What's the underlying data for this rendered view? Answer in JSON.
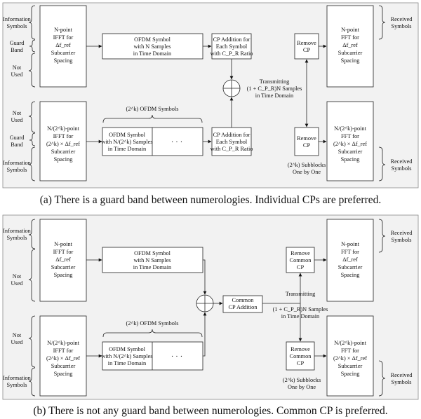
{
  "panels": [
    {
      "caption": "(a)  There is a guard band between numerologies. Individual CPs are preferred.",
      "left_top": {
        "info": [
          "Information",
          "Symbols"
        ],
        "guard": [
          "Guard",
          "Band"
        ],
        "notused": [
          "Not",
          "Used"
        ]
      },
      "left_bot": {
        "notused": [
          "Not",
          "Used"
        ],
        "guard": [
          "Guard",
          "Band"
        ],
        "info": [
          "Information",
          "Symbols"
        ]
      },
      "ifft_top": [
        "N-point",
        "IFFT for",
        "Δf_ref",
        "Subcarrier",
        "Spacing"
      ],
      "ifft_bot": [
        "N/(2^k)-point",
        "IFFT for",
        "(2^k) × Δf_ref",
        "Subcarrier",
        "Spacing"
      ],
      "ofdm_top": [
        "OFDM Symbol",
        "with N Samples",
        "in Time Domain"
      ],
      "ofdm_bot": [
        "OFDM Symbol",
        "with N/(2^k) Samples",
        "in Time Domain"
      ],
      "dots": "· · ·",
      "bracket_label": "(2^k) OFDM Symbols",
      "cp_top": [
        "CP Addition for",
        "Each Symbol",
        "with C_P_R Ratio"
      ],
      "cp_bot": [
        "CP Addition for",
        "Each Symbol",
        "with C_P_R Ratio"
      ],
      "transmit": [
        "Transmitting",
        "(1 + C_P_R)N Samples",
        "in Time Domain"
      ],
      "remove_top": [
        "Remove",
        "CP"
      ],
      "remove_bot": [
        "Remove",
        "CP"
      ],
      "subblocks": [
        "(2^k) Subblocks",
        "One by One"
      ],
      "fft_top": [
        "N-point",
        "FFT for",
        "Δf_ref",
        "Subcarrier",
        "Spacing"
      ],
      "fft_bot": [
        "N/(2^k)-point",
        "FFT for",
        "(2^k) × Δf_ref",
        "Subcarrier",
        "Spacing"
      ],
      "received_top": [
        "Received",
        "Symbols"
      ],
      "received_bot": [
        "Received",
        "Symbols"
      ]
    },
    {
      "caption": "(b)  There is not any guard band between numerologies. Common CP is preferred.",
      "left_top": {
        "info": [
          "Information",
          "Symbols"
        ],
        "notused": [
          "Not",
          "Used"
        ]
      },
      "left_bot": {
        "notused": [
          "Not",
          "Used"
        ],
        "info": [
          "Information",
          "Symbols"
        ]
      },
      "ifft_top": [
        "N-point",
        "IFFT for",
        "Δf_ref",
        "Subcarrier",
        "Spacing"
      ],
      "ifft_bot": [
        "N/(2^k)-point",
        "IFFT for",
        "(2^k) × Δf_ref",
        "Subcarrier",
        "Spacing"
      ],
      "ofdm_top": [
        "OFDM Symbol",
        "with N Samples",
        "in Time Domain"
      ],
      "ofdm_bot": [
        "OFDM Symbol",
        "with N/(2^k) Samples",
        "in Time Domain"
      ],
      "dots": "· · ·",
      "bracket_label": "(2^k) OFDM Symbols",
      "common_cp": [
        "Common",
        "CP Addition"
      ],
      "transmit": [
        "Transmitting",
        "(1 + C_P_R)N Samples",
        "in Time Domain"
      ],
      "remove_top": [
        "Remove",
        "Common",
        "CP"
      ],
      "remove_bot": [
        "Remove",
        "Common",
        "CP"
      ],
      "subblocks": [
        "(2^k) Subblocks",
        "One by One"
      ],
      "fft_top": [
        "N-point",
        "FFT for",
        "Δf_ref",
        "Subcarrier",
        "Spacing"
      ],
      "fft_bot": [
        "N/(2^k)-point",
        "FFT for",
        "(2^k) × Δf_ref",
        "Subcarrier",
        "Spacing"
      ],
      "received_top": [
        "Received",
        "Symbols"
      ],
      "received_bot": [
        "Received",
        "Symbols"
      ]
    }
  ]
}
